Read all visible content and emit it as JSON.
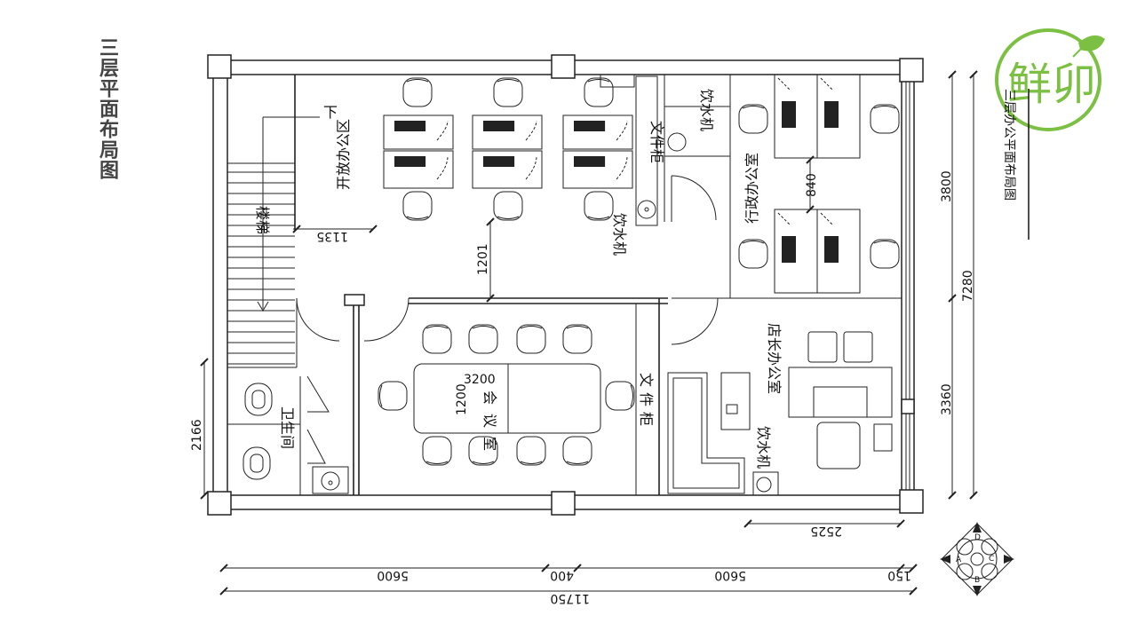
{
  "page_title": "三层平面布局图",
  "logo": {
    "text": "鲜卯",
    "color": "#7cc043"
  },
  "sheet_title": "三层办公平面布局图",
  "rooms": {
    "open_office": "开放办公区",
    "admin_office": "行政办公室",
    "meeting_room": "会议室",
    "manager_office": "店长办公室",
    "restroom": "卫生间",
    "stairs": "楼梯",
    "down": "下"
  },
  "fixtures": {
    "file_cabinet": "文件柜",
    "water_dispenser": "饮水机"
  },
  "dimensions": {
    "stair_offset": "1135",
    "corridor": "1201",
    "desk_gap": "840",
    "table_length": "3200",
    "table_width": "1200",
    "restroom_height": "2166",
    "right_top": "3800",
    "right_bottom": "3360",
    "right_total": "7280",
    "manager_width": "2525",
    "bottom_a": "5600",
    "bottom_b": "400",
    "bottom_c": "5600",
    "bottom_d": "150",
    "bottom_total": "11750"
  },
  "compass": {
    "letters": [
      "A",
      "B",
      "C",
      "D"
    ]
  }
}
